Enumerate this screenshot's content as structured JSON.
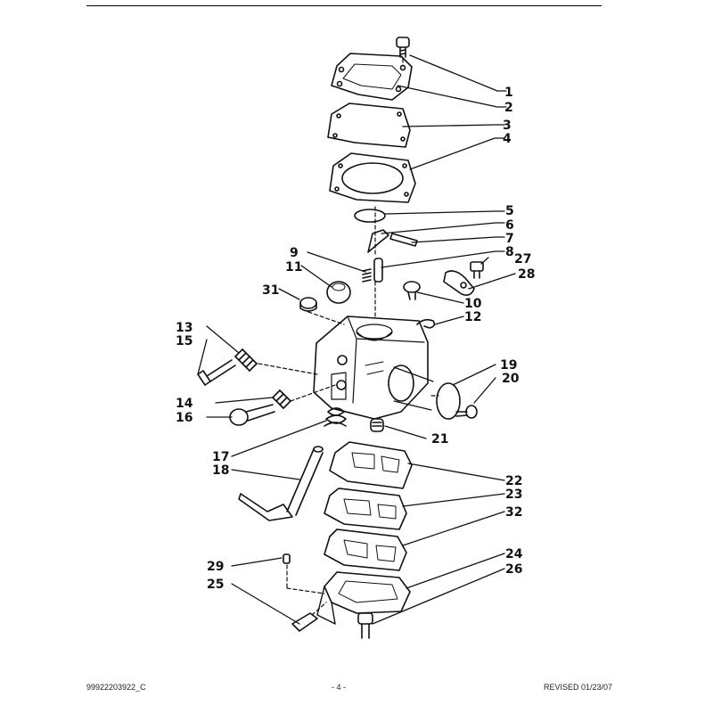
{
  "figure": {
    "labels": [
      {
        "id": "part-1",
        "text": "1"
      },
      {
        "id": "part-2",
        "text": "2"
      },
      {
        "id": "part-3",
        "text": "3"
      },
      {
        "id": "part-4",
        "text": "4"
      },
      {
        "id": "part-5",
        "text": "5"
      },
      {
        "id": "part-6",
        "text": "6"
      },
      {
        "id": "part-7",
        "text": "7"
      },
      {
        "id": "part-8",
        "text": "8"
      },
      {
        "id": "part-9",
        "text": "9"
      },
      {
        "id": "part-11",
        "text": "11"
      },
      {
        "id": "part-27",
        "text": "27"
      },
      {
        "id": "part-28",
        "text": "28"
      },
      {
        "id": "part-31",
        "text": "31"
      },
      {
        "id": "part-10",
        "text": "10"
      },
      {
        "id": "part-12",
        "text": "12"
      },
      {
        "id": "part-13",
        "text": "13"
      },
      {
        "id": "part-15",
        "text": "15"
      },
      {
        "id": "part-19",
        "text": "19"
      },
      {
        "id": "part-20",
        "text": "20"
      },
      {
        "id": "part-14",
        "text": "14"
      },
      {
        "id": "part-16",
        "text": "16"
      },
      {
        "id": "part-21",
        "text": "21"
      },
      {
        "id": "part-17",
        "text": "17"
      },
      {
        "id": "part-18",
        "text": "18"
      },
      {
        "id": "part-22",
        "text": "22"
      },
      {
        "id": "part-23",
        "text": "23"
      },
      {
        "id": "part-32",
        "text": "32"
      },
      {
        "id": "part-24",
        "text": "24"
      },
      {
        "id": "part-29",
        "text": "29"
      },
      {
        "id": "part-26",
        "text": "26"
      },
      {
        "id": "part-25",
        "text": "25"
      }
    ]
  },
  "footer": {
    "doc_number": "99922203922_C",
    "page": "- 4 -",
    "revised": "REVISED 01/23/07"
  }
}
